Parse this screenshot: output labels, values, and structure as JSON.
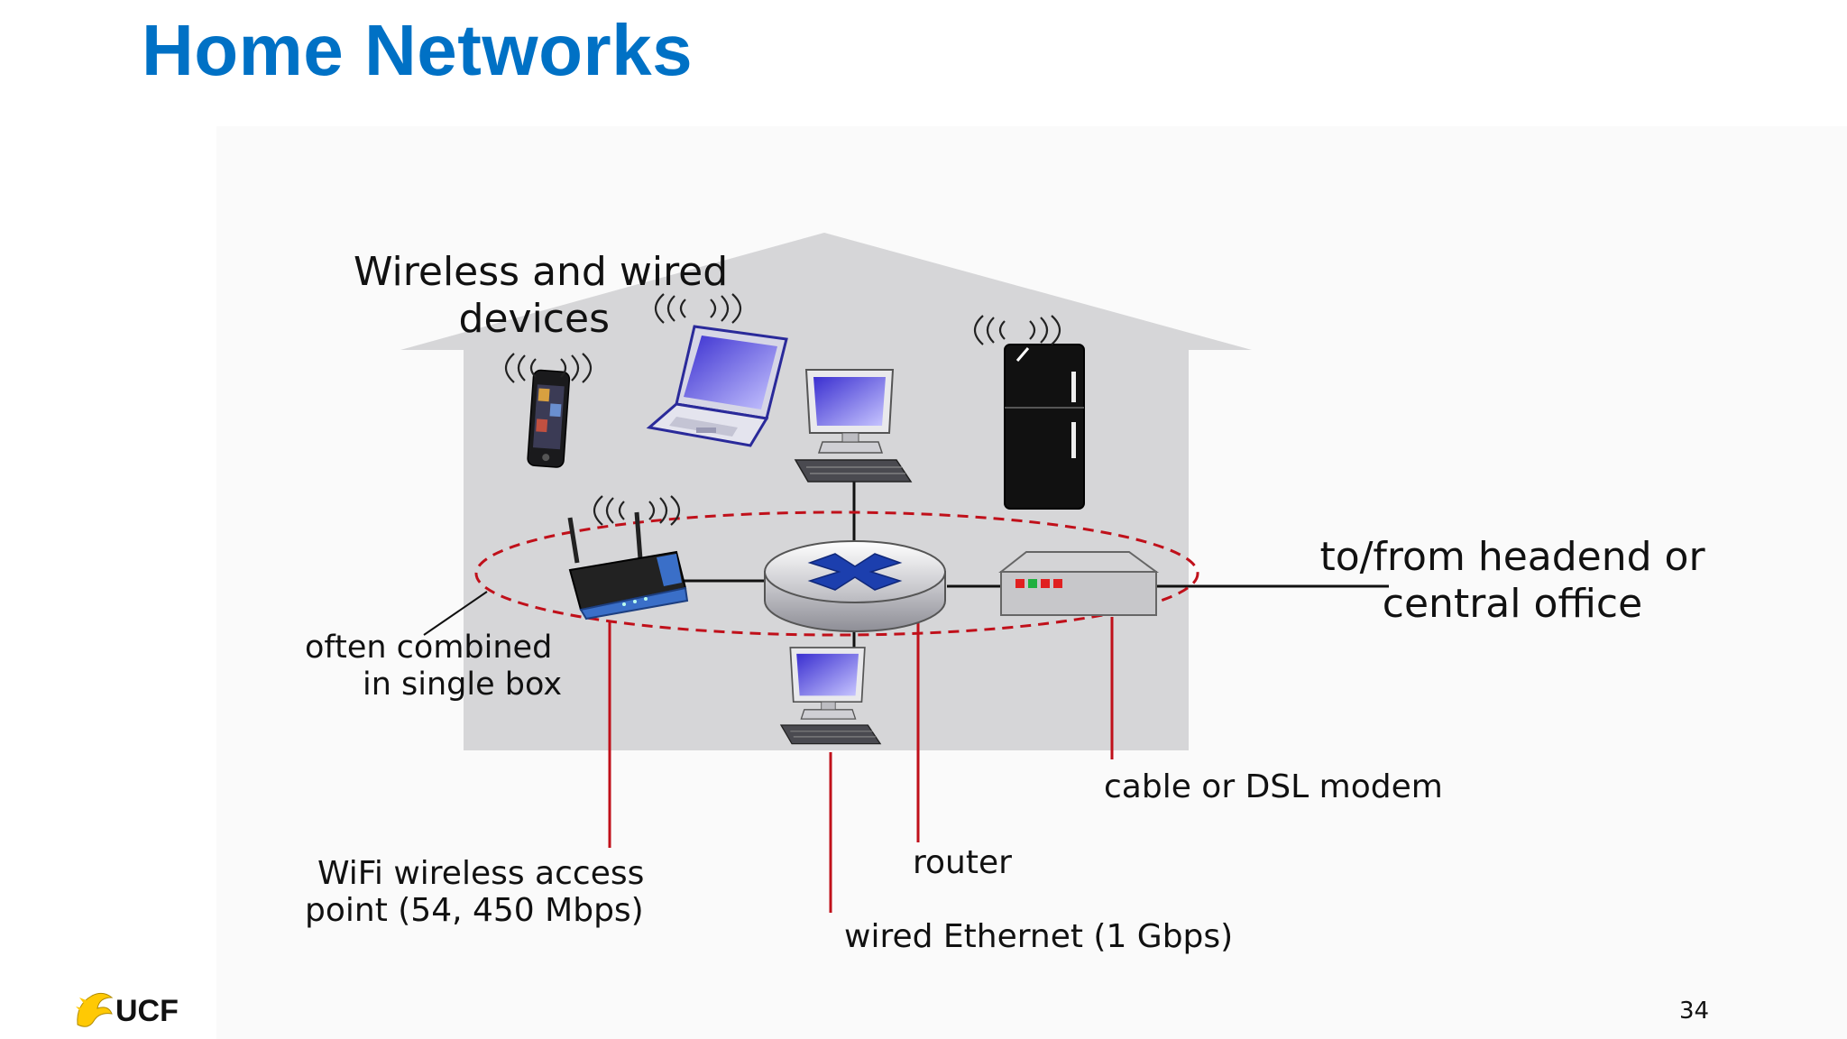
{
  "slide": {
    "title": "Home Networks",
    "page_number": "34",
    "logo_text": "UCF"
  },
  "labels": {
    "devices_line1": "Wireless and wired",
    "devices_line2": "devices",
    "combined_line1": "often combined",
    "combined_line2": "in single box",
    "headend_line1": "to/from headend or",
    "headend_line2": "central office",
    "modem": "cable or DSL modem",
    "router": "router",
    "wifi_line1": "WiFi wireless access",
    "wifi_line2": "point (54, 450 Mbps)",
    "ethernet": "wired Ethernet (1 Gbps)"
  },
  "icons": [
    "smartphone-icon",
    "laptop-icon",
    "desktop-computer-icon",
    "refrigerator-icon",
    "wifi-router-icon",
    "router-icon",
    "cable-modem-icon",
    "wireless-signal-icon",
    "ucf-pegasus-icon"
  ],
  "colors": {
    "title": "#0071c5",
    "house": "#d6d6d8",
    "callout_lines": "#c0101a",
    "dashed_ellipse": "#c0101a",
    "ucf_gold": "#ffc904"
  }
}
